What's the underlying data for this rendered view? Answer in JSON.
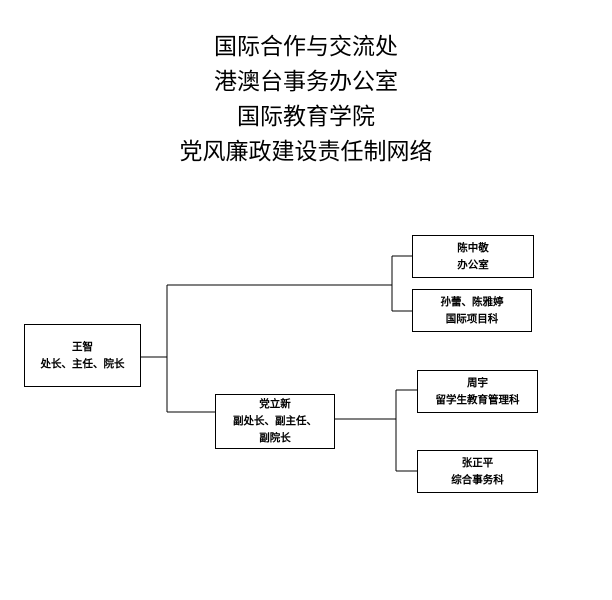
{
  "title": {
    "lines": [
      "国际合作与交流处",
      "港澳台事务办公室",
      "国际教育学院",
      "党风廉政建设责任制网络"
    ]
  },
  "nodes": {
    "root": {
      "name": "王智",
      "role": "处长、主任、院长"
    },
    "deputy": {
      "name": "党立新",
      "role_line1": "副处长、副主任、",
      "role_line2": "副院长"
    },
    "office": {
      "name": "陈中敬",
      "unit": "办公室"
    },
    "intl_projects": {
      "name": "孙蕾、陈雅婷",
      "unit": "国际项目科"
    },
    "student_mgmt": {
      "name": "周宇",
      "unit": "留学生教育管理科"
    },
    "general_affairs": {
      "name": "张正平",
      "unit": "综合事务科"
    }
  }
}
